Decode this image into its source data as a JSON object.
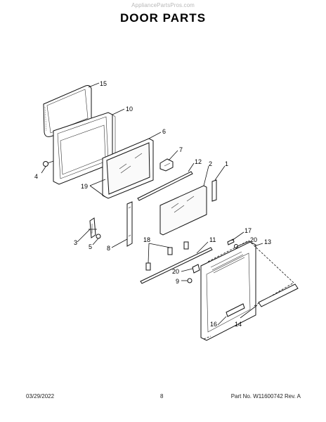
{
  "watermark": "AppliancePartsPros.com",
  "title": "DOOR PARTS",
  "footer": {
    "date": "03/29/2022",
    "page": "8",
    "part_number": "Part No. W11600742  Rev. A"
  },
  "callouts": {
    "c15": "15",
    "c10": "10",
    "c6": "6",
    "c7": "7",
    "c4": "4",
    "c19": "19",
    "c12": "12",
    "c2": "2",
    "c1": "1",
    "c3": "3",
    "c5": "5",
    "c8": "8",
    "c18": "18",
    "c11": "11",
    "c17": "17",
    "c20a": "20",
    "c13": "13",
    "c20b": "20",
    "c9": "9",
    "c16": "16",
    "c14": "14"
  }
}
